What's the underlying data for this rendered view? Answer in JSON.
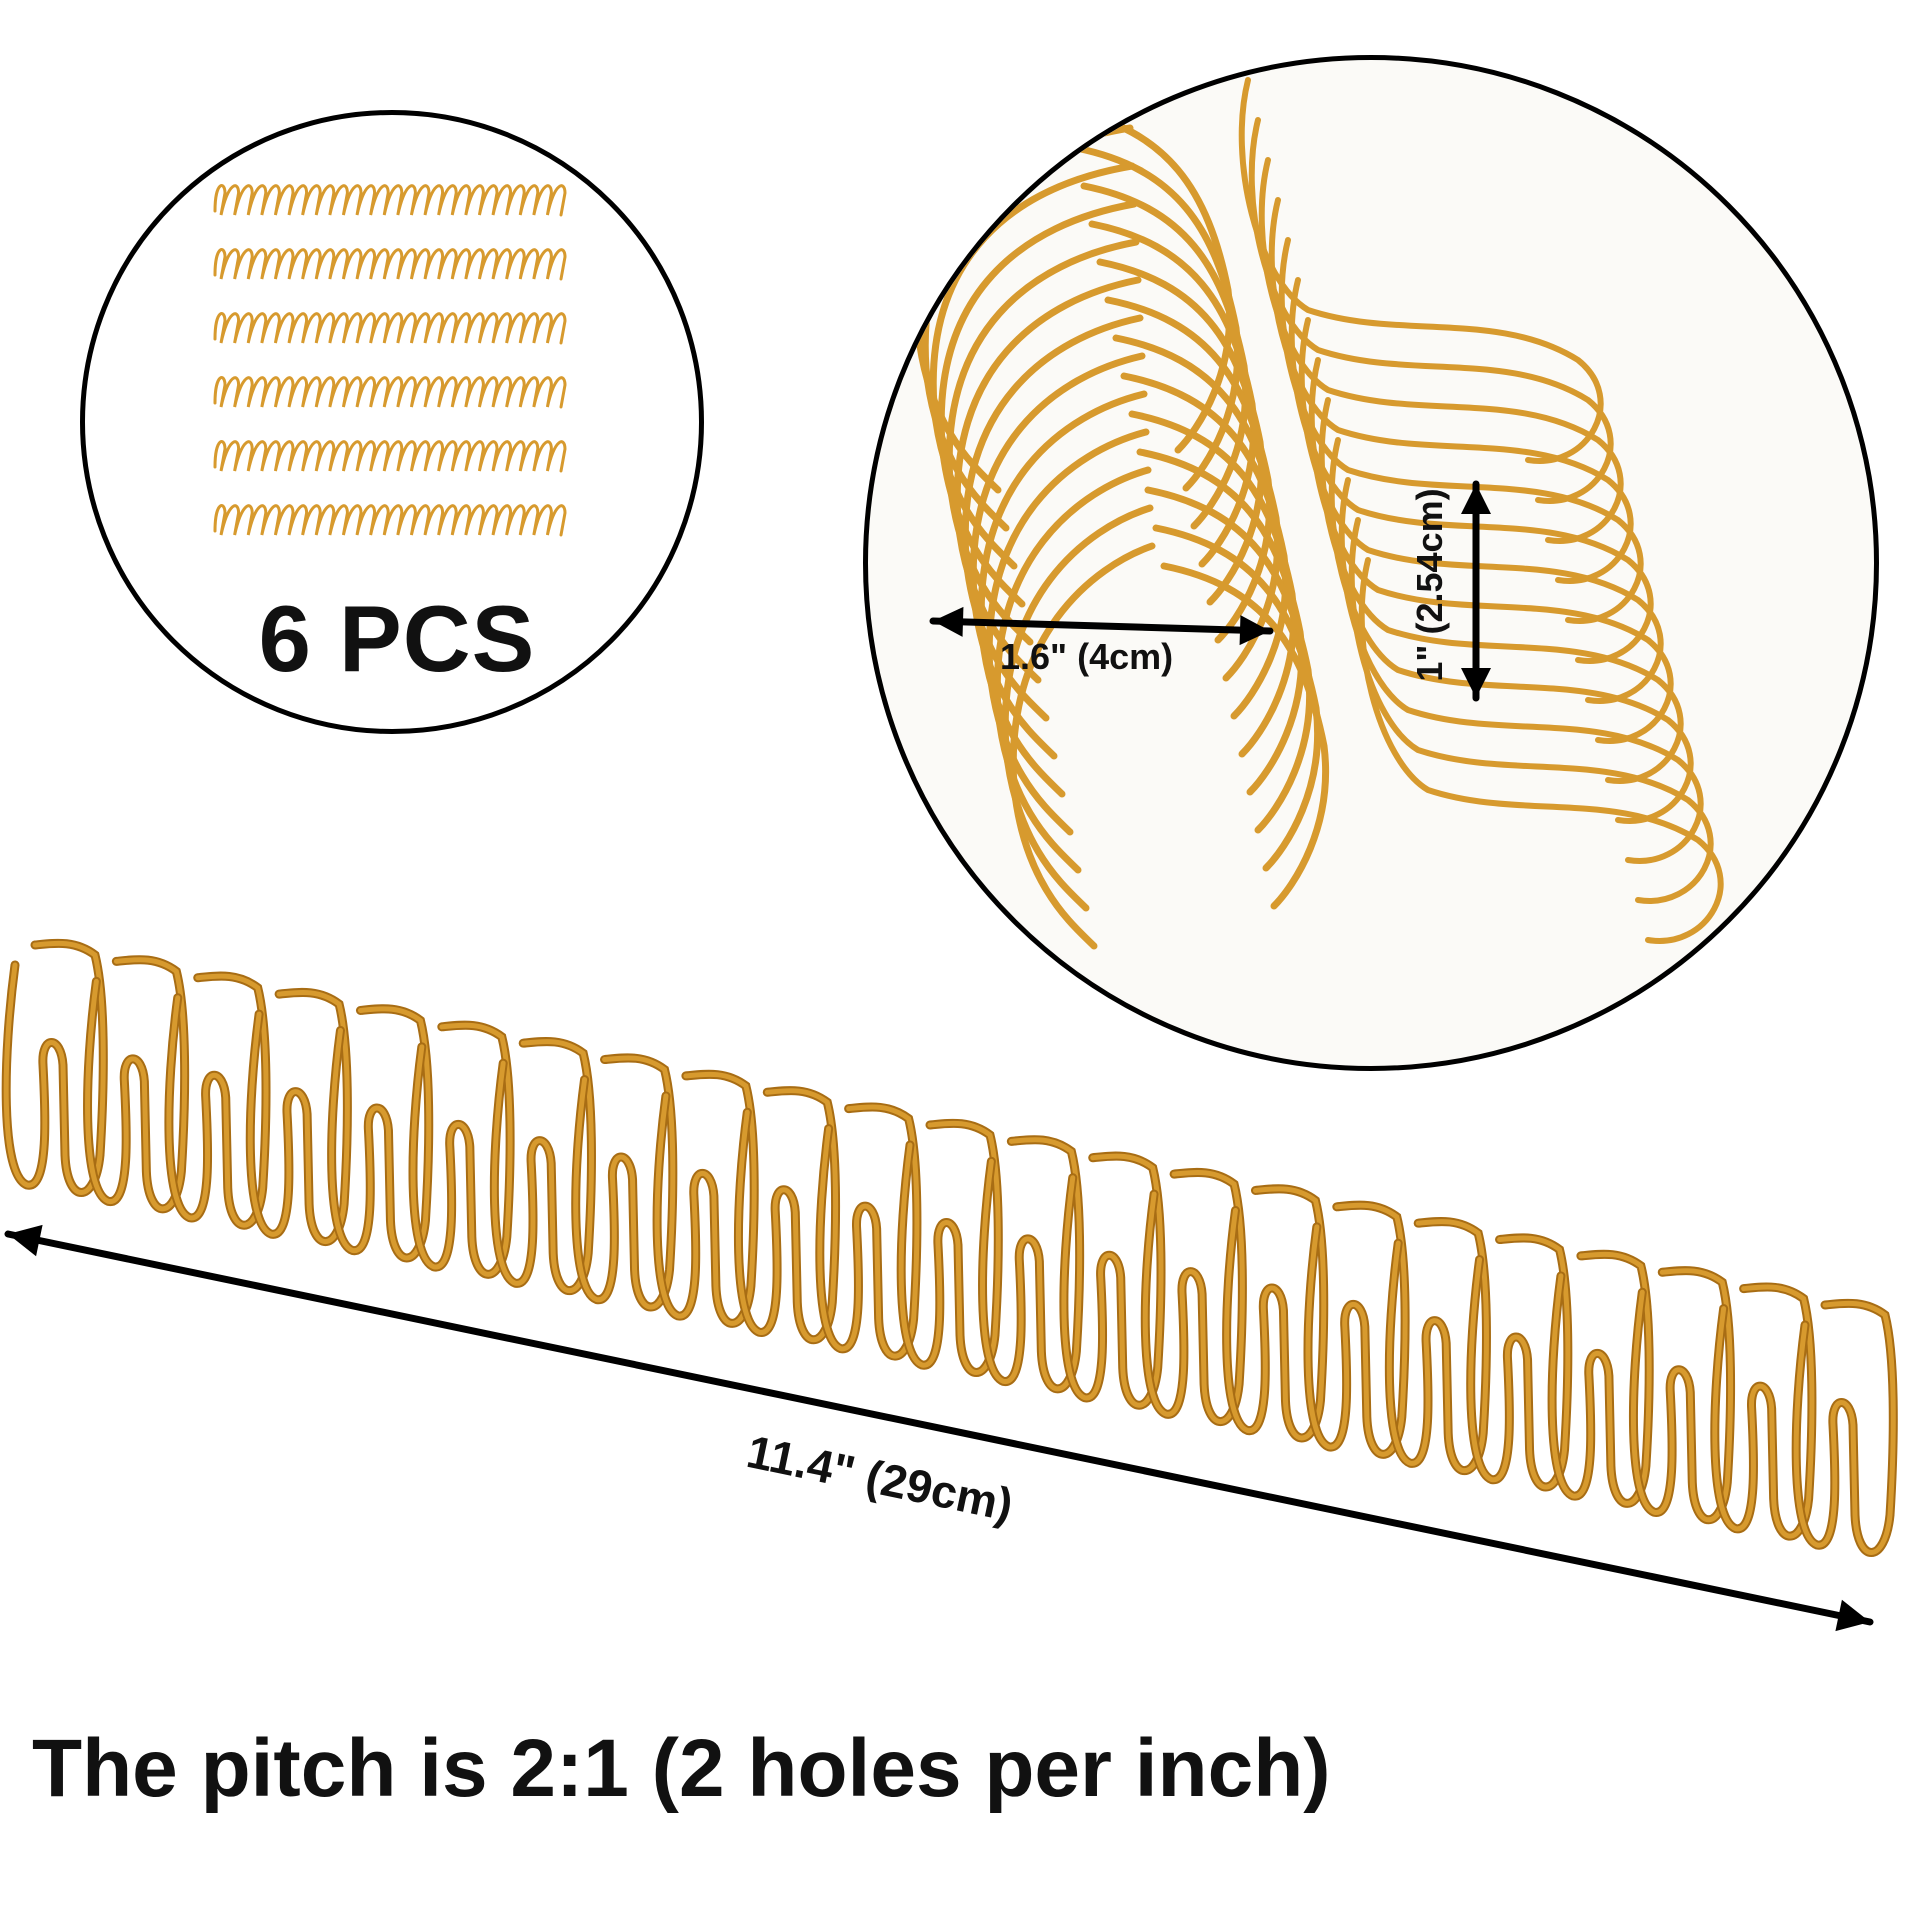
{
  "quantity_label": "6 PCS",
  "width_label": "1.6\" (4cm)",
  "height_label": "1\" (2.54cm)",
  "length_label": "11.4\" (29cm)",
  "pitch_caption": "The pitch is 2:1 (2 holes per inch)",
  "colors": {
    "wire": "#d79a2e",
    "wire_dark": "#a86d14",
    "arrow": "#000000"
  }
}
